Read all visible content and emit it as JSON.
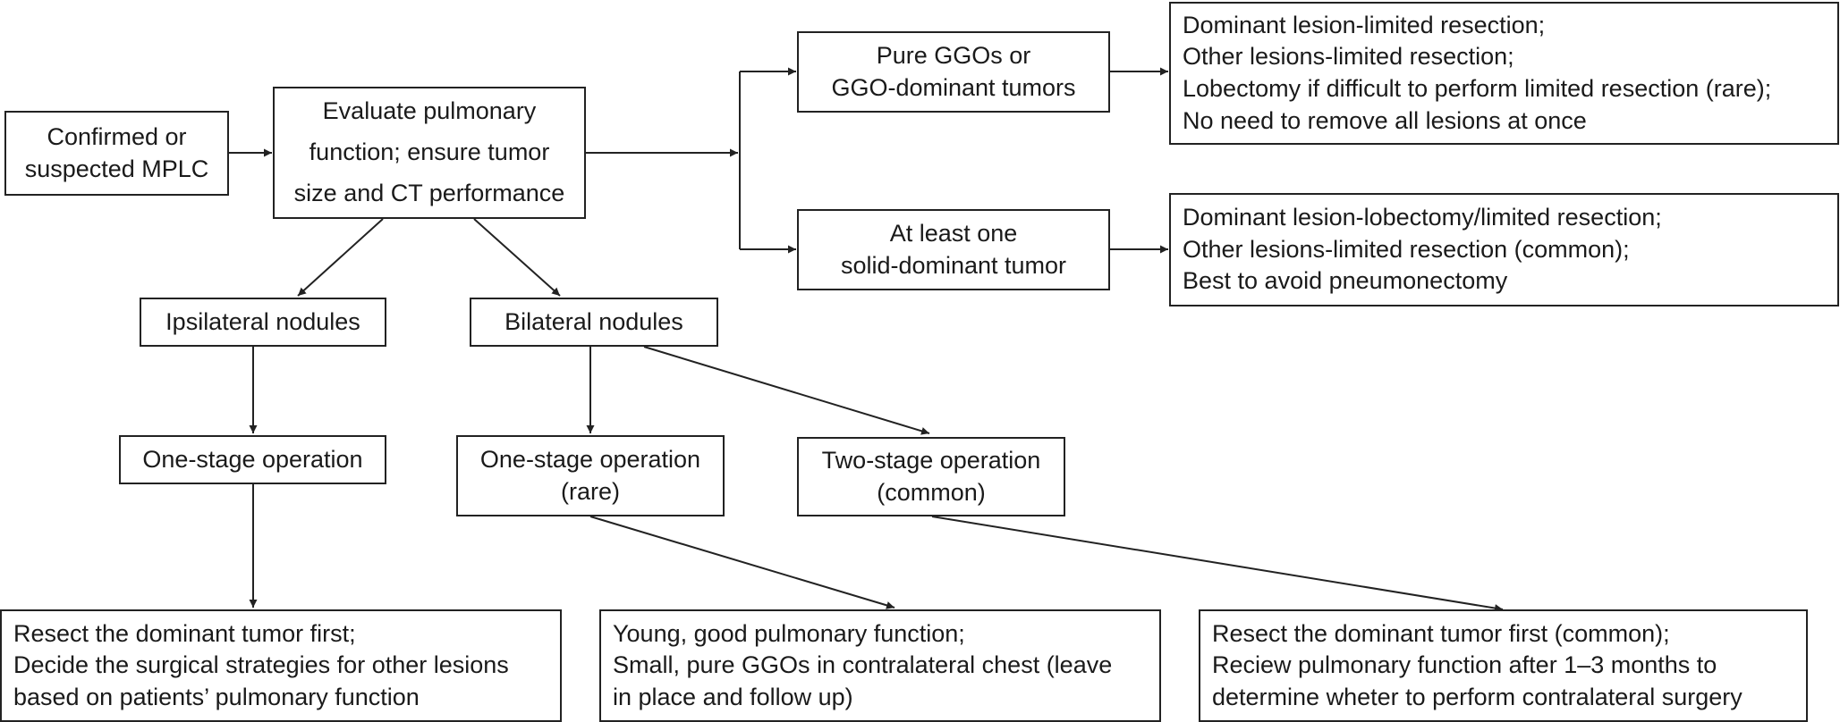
{
  "nodes": {
    "start": [
      "Confirmed or",
      "suspected MPLC"
    ],
    "evaluate": [
      "Evaluate pulmonary",
      "function; ensure tumor",
      "size and CT performance"
    ],
    "pure_ggo": [
      "Pure GGOs or",
      "GGO-dominant tumors"
    ],
    "pure_ggo_plan": [
      "Dominant lesion-limited resection;",
      "Other lesions-limited resection;",
      "Lobectomy if difficult to perform limited resection (rare);",
      "No need to remove all lesions at once"
    ],
    "solid": [
      "At least one",
      "solid-dominant tumor"
    ],
    "solid_plan": [
      "Dominant lesion-lobectomy/limited resection;",
      "Other lesions-limited resection (common);",
      "Best to avoid pneumonectomy"
    ],
    "ipsilateral": [
      "Ipsilateral nodules"
    ],
    "bilateral": [
      "Bilateral nodules"
    ],
    "one_stage_ipsi": [
      "One-stage operation"
    ],
    "one_stage_bi": [
      "One-stage operation",
      "(rare)"
    ],
    "two_stage": [
      "Two-stage operation",
      "(common)"
    ],
    "ipsi_plan": [
      "Resect the dominant tumor first;",
      "Decide the surgical strategies for other lesions",
      "based on patients’ pulmonary function"
    ],
    "one_stage_plan": [
      "Young, good pulmonary function;",
      "Small, pure GGOs in contralateral chest (leave",
      "in place and follow up)"
    ],
    "two_stage_plan": [
      "Resect the dominant tumor first (common);",
      "Reciew pulmonary function after 1–3 months to",
      "determine wheter to perform contralateral surgery"
    ]
  },
  "colors": {
    "stroke": "#222222",
    "text": "#1a1a1a",
    "background": "#ffffff"
  }
}
